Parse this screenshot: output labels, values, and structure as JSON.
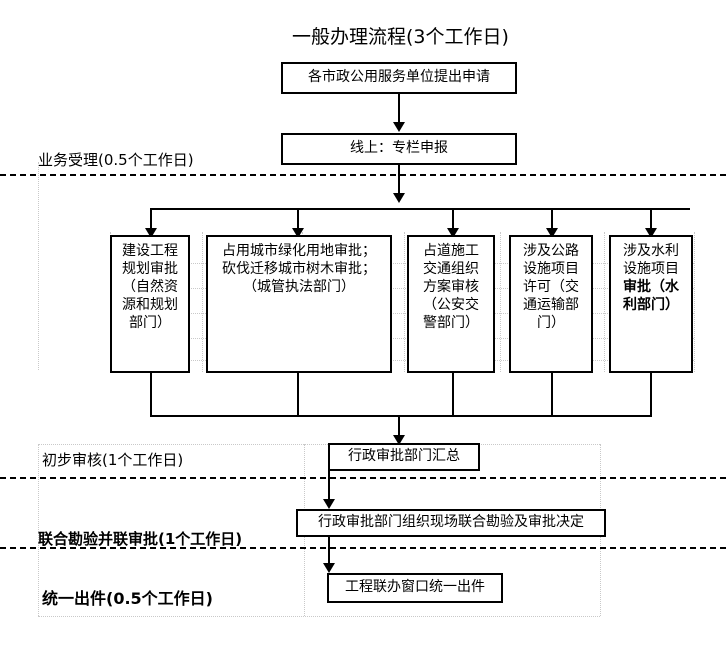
{
  "title": "一般办理流程(3个工作日)",
  "phases": [
    {
      "label": "业务受理(0.5个工作日)",
      "bold": false
    },
    {
      "label": "初步审核(1个工作日)",
      "bold": false
    },
    {
      "label": "联合勘验并联审批(1个工作日)",
      "bold": true
    },
    {
      "label": "统一出件(0.5个工作日)",
      "bold": true
    }
  ],
  "nodes": {
    "apply": "各市政公用服务单位提出申请",
    "online": "线上：专栏申报",
    "summary": "行政审批部门汇总",
    "joint_survey": "行政审批部门组织现场联合勘验及审批决定",
    "issue": "工程联办窗口统一出件"
  },
  "branches": [
    {
      "name": "planning-approval",
      "lines": [
        "建设工程",
        "规划审批",
        "（自然资",
        "源和规划",
        "部门）"
      ],
      "bold": false
    },
    {
      "name": "greenland-tree-approval",
      "lines": [
        "占用城市绿化用地审批；",
        "砍伐迁移城市树木审批；",
        "（城管执法部门）"
      ],
      "bold": false
    },
    {
      "name": "road-traffic-plan-review",
      "lines": [
        "占道施工",
        "交通组织",
        "方案审核",
        "（公安交",
        "警部门）"
      ],
      "bold": false
    },
    {
      "name": "highway-facility-permit",
      "lines": [
        "涉及公路",
        "设施项目",
        "许可（交",
        "通运输部",
        "门）"
      ],
      "bold": false
    },
    {
      "name": "water-facility-approval",
      "lines": [
        "涉及水利",
        "设施项目",
        "审批（水",
        "利部门）"
      ],
      "bold_from_line": 2
    }
  ]
}
